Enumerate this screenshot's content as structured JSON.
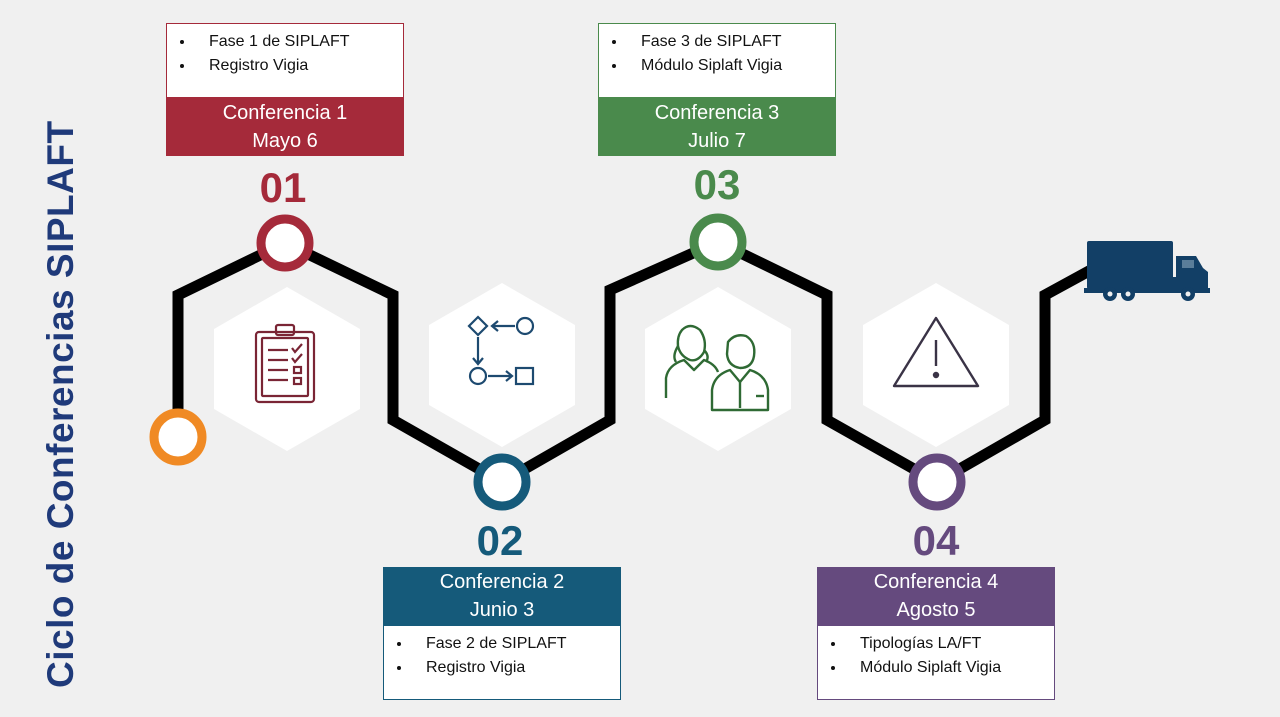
{
  "title": "Ciclo de Conferencias SIPLAFT",
  "colors": {
    "c1": "#a52a3a",
    "c2": "#155a7a",
    "c3": "#4a8a4c",
    "c4": "#654a7e",
    "start": "#f08a24",
    "path": "#000000",
    "title": "#1f3a7a"
  },
  "conferences": [
    {
      "number": "01",
      "name": "Conferencia 1",
      "date": "Mayo 6",
      "bullets": [
        "Fase 1 de SIPLAFT",
        "Registro Vigia"
      ],
      "icon": "clipboard-checklist-icon"
    },
    {
      "number": "02",
      "name": "Conferencia 2",
      "date": "Junio 3",
      "bullets": [
        "Fase 2 de SIPLAFT",
        "Registro Vigia"
      ],
      "icon": "workflow-icon"
    },
    {
      "number": "03",
      "name": "Conferencia 3",
      "date": "Julio 7",
      "bullets": [
        "Fase 3 de SIPLAFT",
        "Módulo Siplaft Vigia"
      ],
      "icon": "people-icon"
    },
    {
      "number": "04",
      "name": "Conferencia 4",
      "date": "Agosto 5",
      "bullets": [
        "Tipologías LA/FT",
        "Módulo  Siplaft Vigia"
      ],
      "icon": "warning-triangle-icon"
    }
  ],
  "end_icon": "truck-icon"
}
